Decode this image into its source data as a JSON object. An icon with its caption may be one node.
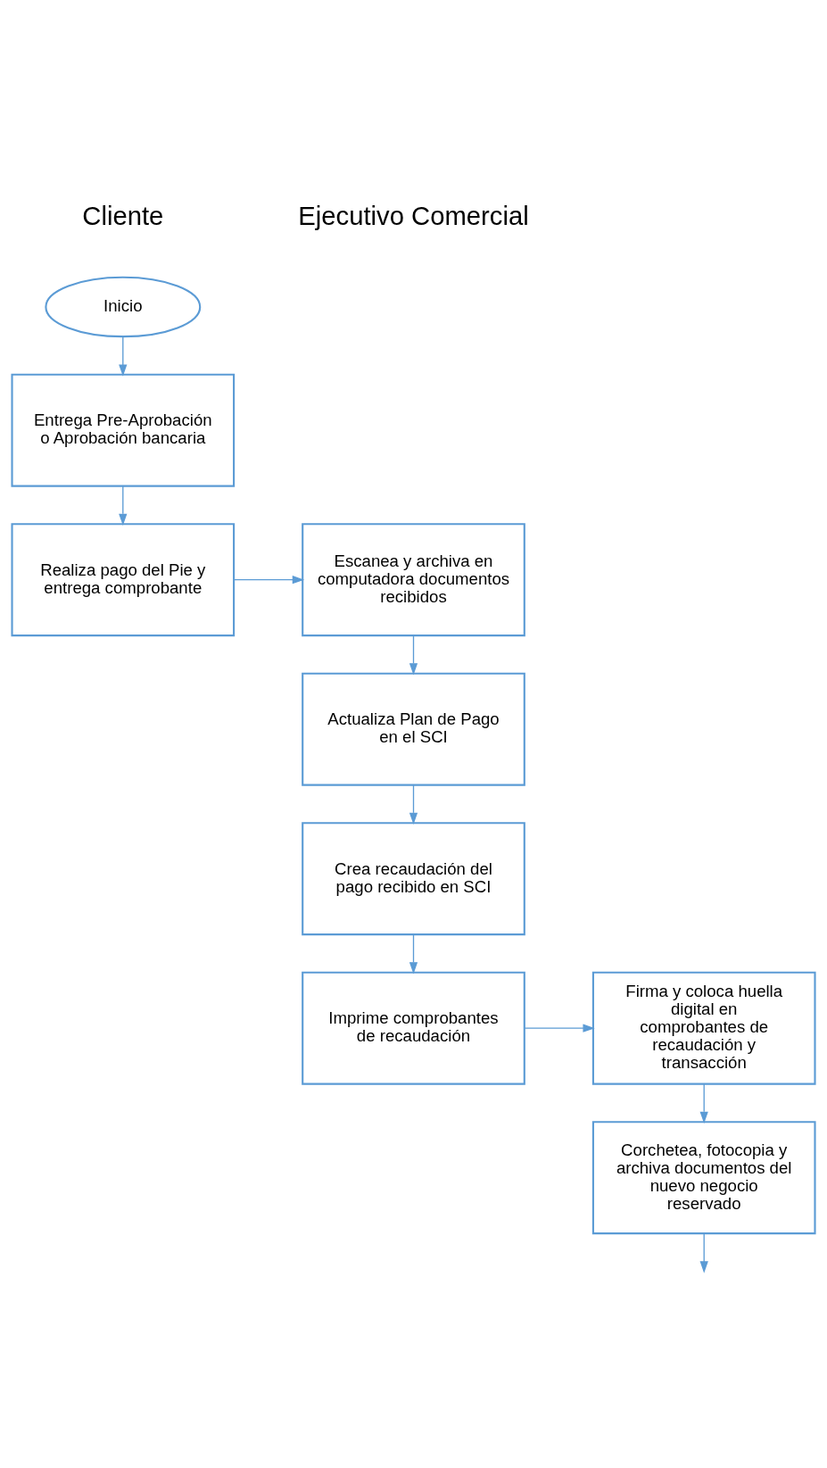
{
  "diagram": {
    "nodes": [
      {
        "text": [
          "Inicio"
        ]
      },
      {
        "text": [
          "Entrega Pre-Aprobación o Aprobación bancaria"
        ]
      },
      {
        "text": [
          "Realiza pago del Pie y entrega comprobante"
        ]
      },
      {
        "text": [
          "Escanea y archiva en computadora documentos recibidos"
        ]
      },
      {
        "text": [
          "Actualiza Plan de Pago en el SCI"
        ]
      },
      {
        "text": [
          "Crea recaudación del pago recibido en SCI"
        ]
      },
      {
        "text": [
          "Imprime comprobantes de recaudación"
        ]
      },
      {
        "text": [
          "Firma y coloca huella digital en comprobantes de recaudación y transacción"
        ]
      },
      {
        "text": [
          "Corchetea, fotocopia y archiva documentos del nuevo negocio reservado"
        ]
      }
    ],
    "edges": [
      {
        "from": 0,
        "to": 1,
        "arrow": "to"
      },
      {
        "from": 1,
        "to": 2,
        "arrow": "to"
      },
      {
        "from": 2,
        "to": 3,
        "arrow": "to"
      },
      {
        "from": 3,
        "to": 4,
        "arrow": "to"
      },
      {
        "from": 4,
        "to": 5,
        "arrow": "to"
      },
      {
        "from": 5,
        "to": 6,
        "arrow": "to"
      },
      {
        "from": 6,
        "to": 7,
        "arrow": "to"
      },
      {
        "from": 7,
        "to": 8,
        "arrow": "to"
      },
      {
        "from": 8,
        "to": null,
        "arrow": "to"
      }
    ],
    "labels": [
      "Cliente",
      "Ejecutivo Comercial"
    ]
  }
}
